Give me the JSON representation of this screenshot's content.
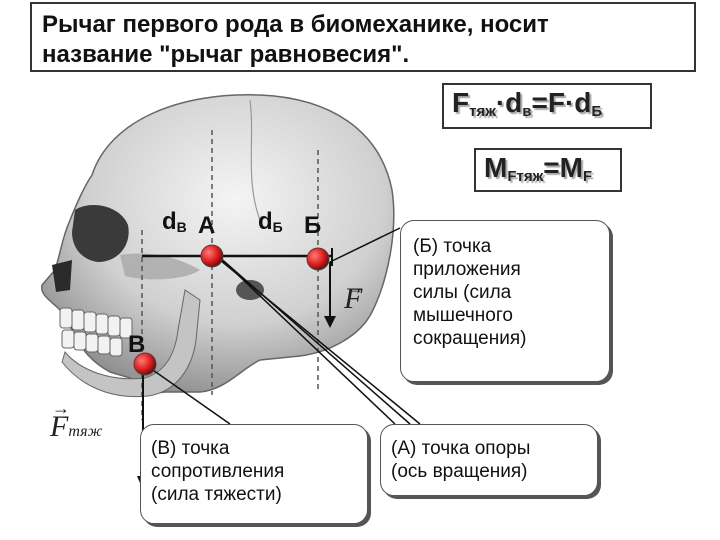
{
  "title": {
    "line1": "Рычаг первого рода в биомеханике, носит",
    "line2": "название \"рычаг равновесия\"."
  },
  "formula1": {
    "a": "F",
    "a_sub": "тяж",
    "b": "·d",
    "b_sub": "в",
    "c": "=F·d",
    "c_sub": "Б"
  },
  "formula2": {
    "a": "M",
    "a_sub": "Fтяж",
    "b": "=M",
    "b_sub": "F"
  },
  "labels": {
    "dv": "d",
    "dv_sub": "В",
    "point_a": "А",
    "db": "d",
    "db_sub": "Б",
    "point_b": "Б",
    "point_v": "В"
  },
  "vectors": {
    "f": "F",
    "ftyazh": "F",
    "ftyazh_sub": "тяж"
  },
  "callouts": {
    "b": [
      "(Б) точка",
      "приложения",
      "силы (сила",
      "мышечного",
      "сокращения)"
    ],
    "c": [
      "(В) точка",
      "сопротивления",
      "(сила тяжести)"
    ],
    "a": [
      "(А) точка опоры",
      "(ось вращения)"
    ]
  },
  "colors": {
    "point": "#d81c1c",
    "bone": "#d9d9d9"
  }
}
